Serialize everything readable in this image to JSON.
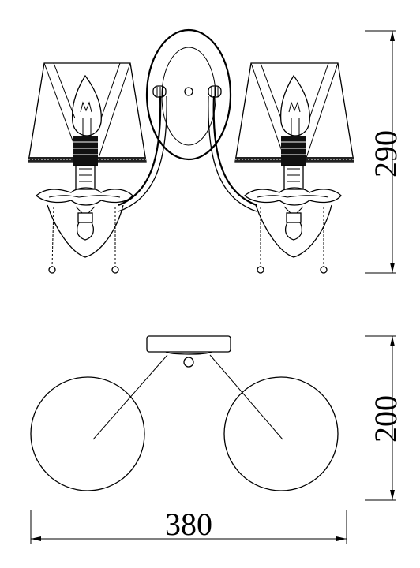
{
  "dimensions": {
    "height_front": "290",
    "depth_top": "200",
    "width": "380"
  },
  "colors": {
    "line": "#000000",
    "background": "#ffffff"
  }
}
